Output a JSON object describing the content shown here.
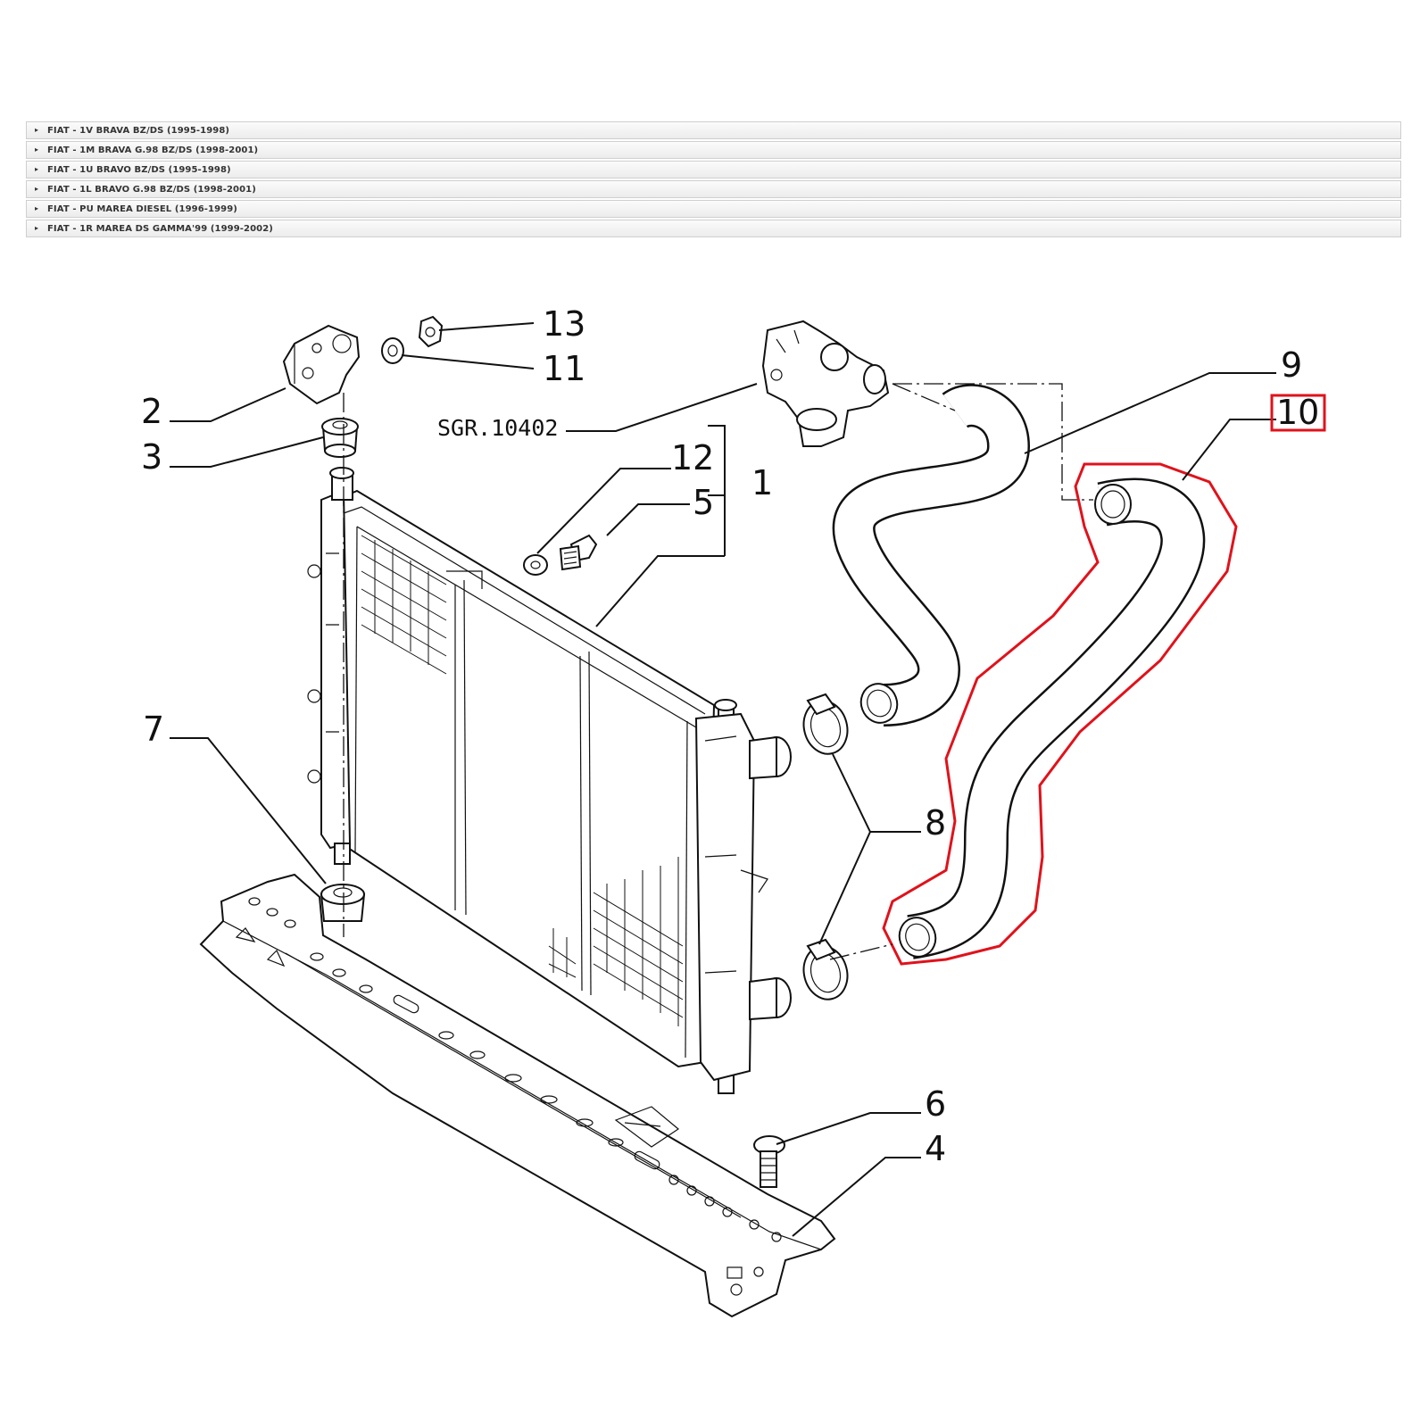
{
  "applications": [
    {
      "label": "FIAT - 1V BRAVA BZ/DS (1995-1998)"
    },
    {
      "label": "FIAT - 1M BRAVA G.98 BZ/DS (1998-2001)"
    },
    {
      "label": "FIAT - 1U BRAVO BZ/DS (1995-1998)"
    },
    {
      "label": "FIAT - 1L BRAVO G.98 BZ/DS (1998-2001)"
    },
    {
      "label": "FIAT - PU MAREA DIESEL (1996-1999)"
    },
    {
      "label": "FIAT - 1R MAREA DS GAMMA'99 (1999-2002)"
    }
  ],
  "diagram": {
    "reference": "SGR.10402",
    "callouts": [
      "1",
      "2",
      "3",
      "4",
      "5",
      "6",
      "7",
      "8",
      "9",
      "10",
      "11",
      "12",
      "13"
    ],
    "highlighted_callout": "10",
    "highlight_color": "#e0121b"
  }
}
